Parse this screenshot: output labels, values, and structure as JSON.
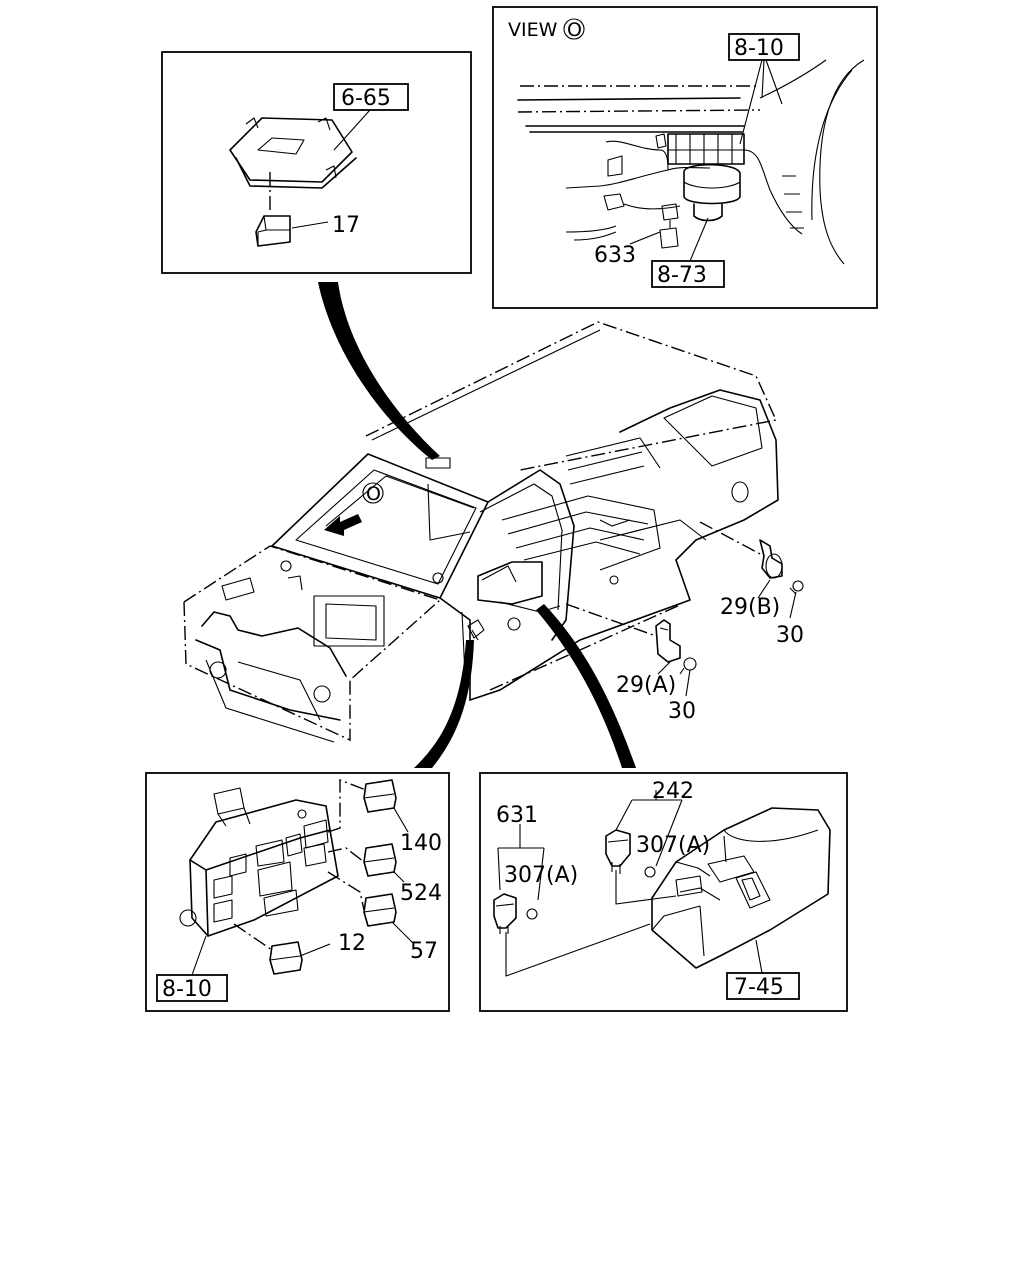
{
  "view_title": "VIEW",
  "view_marker": "O",
  "callouts": {
    "p17": "17",
    "p633": "633",
    "p29b": "29(B)",
    "p30a": "30",
    "p29a": "29(A)",
    "p30b": "30",
    "p140": "140",
    "p524": "524",
    "p57": "57",
    "p12": "12",
    "p242": "242",
    "p631": "631",
    "p307a1": "307(A)",
    "p307a2": "307(A)"
  },
  "refs": {
    "r665": "6-65",
    "r810top": "8-10",
    "r873": "8-73",
    "r810bot": "8-10",
    "r745": "7-45"
  }
}
